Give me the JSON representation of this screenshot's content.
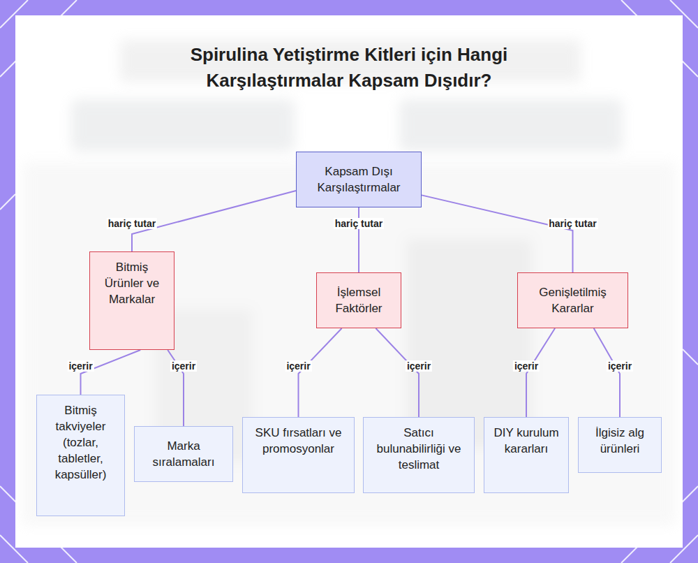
{
  "diagram": {
    "title": "Spirulina Yetiştirme Kitleri için Hangi Karşılaştırmalar Kapsam Dışıdır?",
    "nodes": [
      {
        "text": [
          "Kapsam Dışı Karşılaştırmalar"
        ]
      },
      {
        "text": [
          "Bitmiş Ürünler ve Markalar"
        ]
      },
      {
        "text": [
          "İşlemsel Faktörler"
        ]
      },
      {
        "text": [
          "Genişletilmiş Kararlar"
        ]
      },
      {
        "text": [
          "Bitmiş takviyeler (tozlar, tabletler, kapsüller)"
        ]
      },
      {
        "text": [
          "Marka sıralamaları"
        ]
      },
      {
        "text": [
          "SKU fırsatları ve promosyonlar"
        ]
      },
      {
        "text": [
          "Satıcı bulunabilirliği ve teslimat"
        ]
      },
      {
        "text": [
          "DIY kurulum kararları"
        ]
      },
      {
        "text": [
          "İlgisiz alg ürünleri"
        ]
      }
    ],
    "edges": [
      {
        "from": 0,
        "to": 1,
        "label": "hariç tutar",
        "arrow": "none"
      },
      {
        "from": 0,
        "to": 2,
        "label": "hariç tutar",
        "arrow": "none"
      },
      {
        "from": 0,
        "to": 3,
        "label": "hariç tutar",
        "arrow": "none"
      },
      {
        "from": 1,
        "to": 4,
        "label": "içerir",
        "arrow": "none"
      },
      {
        "from": 1,
        "to": 5,
        "label": "içerir",
        "arrow": "none"
      },
      {
        "from": 2,
        "to": 6,
        "label": "içerir",
        "arrow": "none"
      },
      {
        "from": 2,
        "to": 7,
        "label": "içerir",
        "arrow": "none"
      },
      {
        "from": 3,
        "to": 8,
        "label": "içerir",
        "arrow": "none"
      },
      {
        "from": 3,
        "to": 9,
        "label": "içerir",
        "arrow": "none"
      }
    ]
  }
}
